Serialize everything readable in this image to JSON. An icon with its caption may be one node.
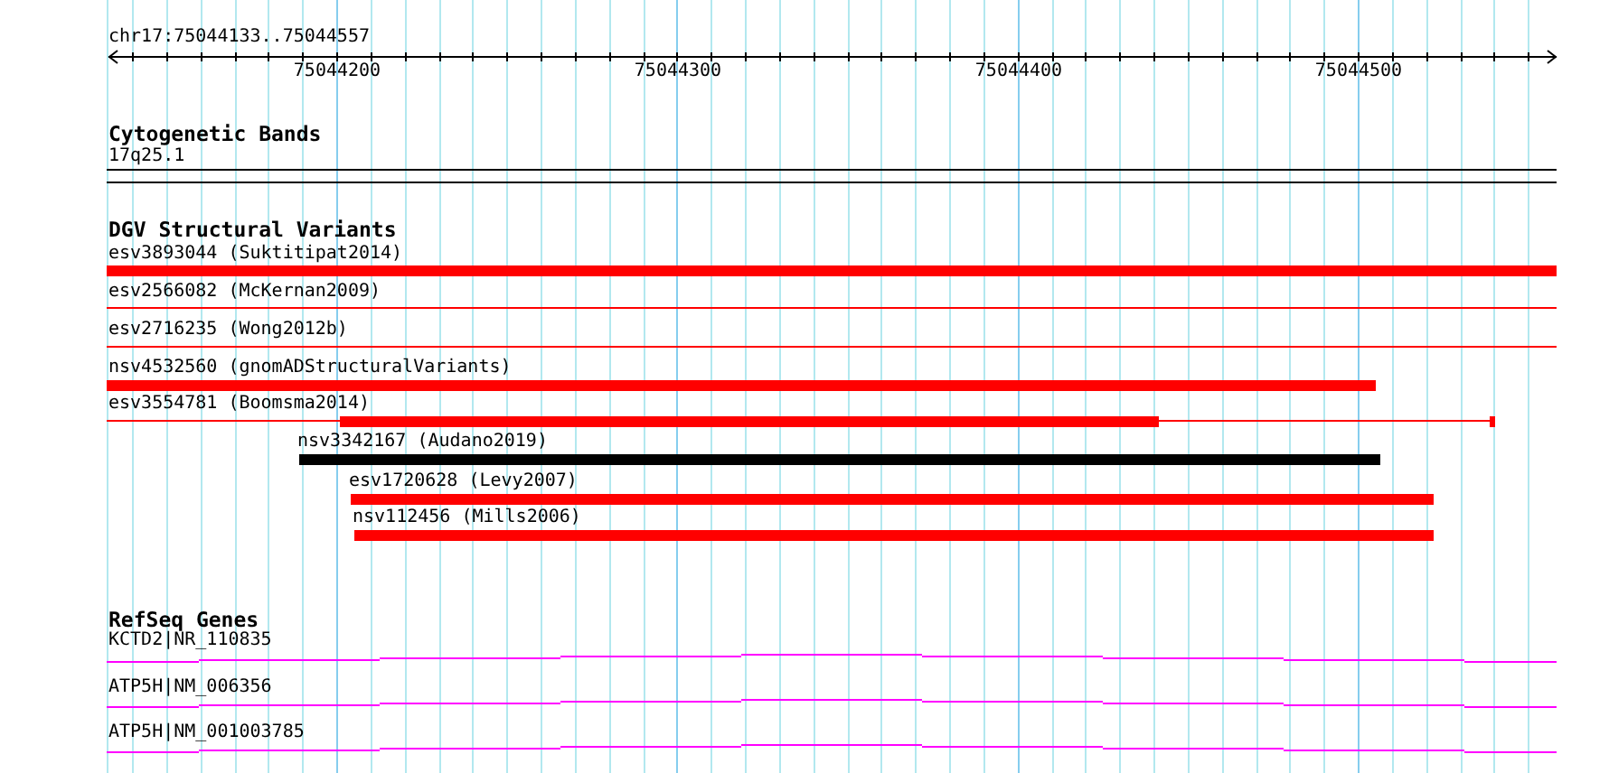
{
  "diagram": {
    "nodes": [
      {
        "text": [
          "17q25.1"
        ]
      },
      {
        "text": [
          "esv3893044 (Suktitipat2014)"
        ]
      },
      {
        "text": [
          "esv2566082 (McKernan2009)"
        ]
      },
      {
        "text": [
          "esv2716235 (Wong2012b)"
        ]
      },
      {
        "text": [
          "nsv4532560 (gnomADStructuralVariants)"
        ]
      },
      {
        "text": [
          "esv3554781 (Boomsma2014)"
        ]
      },
      {
        "text": [
          "nsv3342167 (Audano2019)"
        ]
      },
      {
        "text": [
          "esv1720628 (Levy2007)"
        ]
      },
      {
        "text": [
          "nsv112456 (Mills2006)"
        ]
      },
      {
        "text": [
          "KCTD2|NR_110835"
        ]
      },
      {
        "text": [
          "ATP5H|NM_006356"
        ]
      },
      {
        "text": [
          "ATP5H|NM_001003785"
        ]
      }
    ],
    "labels": [
      "chr17:75044133..75044557",
      "75044200",
      "75044300",
      "75044400",
      "75044500",
      "Cytogenetic Bands",
      "DGV Structural Variants",
      "RefSeq Genes"
    ]
  }
}
